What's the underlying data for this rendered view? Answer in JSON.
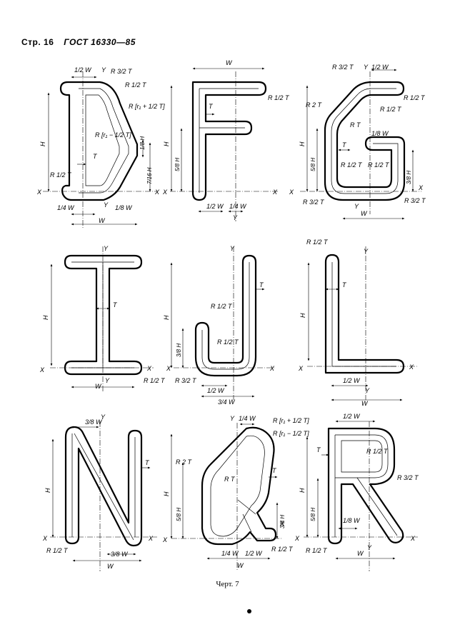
{
  "header": {
    "page": "Стр. 16",
    "standard": "ГОСТ 16330—85"
  },
  "caption": "Черт. 7",
  "letters": {
    "D": {
      "glyph": "D",
      "labels": {
        "w1": "1/2 W",
        "y": "Y",
        "r1": "R 3/2 T",
        "r2": "R 1/2 T",
        "r3": "R [r₁ + 1/2 T]",
        "r4": "R [r₁ − 1/2 T]",
        "h18": "1/8 H",
        "h716": "7/16 H",
        "h": "H",
        "t": "T",
        "r5": "R 1/2 T",
        "x": "X",
        "x2": "X",
        "w14": "1/4 W",
        "w18": "1/8 W",
        "w": "W",
        "y2": "Y"
      }
    },
    "F": {
      "glyph": "F",
      "labels": {
        "w": "W",
        "r": "R 1/2 T",
        "t": "T",
        "h58": "5/8 H",
        "h": "H",
        "x": "X",
        "x2": "X",
        "w12": "1/2 W",
        "w14": "1/4 W",
        "y": "Y"
      }
    },
    "G": {
      "glyph": "G",
      "labels": {
        "r32": "R 3/2 T",
        "y": "Y",
        "w12": "1/2 W",
        "r2t": "R 2 T",
        "rt": "R T",
        "r12a": "R 1/2 T",
        "r12b": "R 1/2 T",
        "w18": "1/8 W",
        "t": "T",
        "h58": "5/8 H",
        "h": "H",
        "r12c": "R 1/2 T",
        "r12d": "R 1/2 T",
        "h38": "3/8 H",
        "x": "X",
        "x2": "X",
        "r32b": "R 3/2 T",
        "r32c": "R 3/2 T",
        "y2": "Y",
        "w": "W"
      }
    },
    "I": {
      "glyph": "I",
      "labels": {
        "y": "Y",
        "t": "T",
        "h": "H",
        "x": "X",
        "x2": "X",
        "w": "W",
        "y2": "Y",
        "r": "R 1/2 T"
      }
    },
    "J": {
      "glyph": "J",
      "labels": {
        "y": "Y",
        "t": "T",
        "h": "H",
        "r12": "R 1/2 T",
        "h38": "3/8 H",
        "r12b": "R 1/2 T",
        "x": "X",
        "x2": "X",
        "r32": "R 3/2 T",
        "w12": "1/2 W",
        "w34": "3/4 W"
      }
    },
    "L": {
      "glyph": "L",
      "labels": {
        "r": "R 1/2 T",
        "y": "Y",
        "t": "T",
        "h": "H",
        "x": "X",
        "x2": "X",
        "w12": "1/2 W",
        "y2": "Y",
        "w": "W"
      }
    },
    "N": {
      "glyph": "N",
      "labels": {
        "w38": "3/8 W",
        "y": "Y",
        "t": "T",
        "h": "H",
        "x": "X",
        "x2": "X",
        "r": "R 1/2 T",
        "w38b": "3/8 W",
        "w": "W"
      }
    },
    "Q": {
      "glyph": "Q",
      "labels": {
        "y": "Y",
        "w14": "1/4 W",
        "r1": "R [r₁ + 1/2 T]",
        "r2": "R [r₁ − 1/2 T]",
        "r2t": "R 2 T",
        "t": "T",
        "rt": "R T",
        "h": "H",
        "h58": "5/8 H",
        "h38": "3/8 H",
        "x": "X",
        "x2": "X",
        "w14b": "1/4 W",
        "w12": "1/2 W",
        "r12": "R 1/2 T",
        "w": "W"
      }
    },
    "R": {
      "glyph": "R",
      "labels": {
        "w12": "1/2 W",
        "t": "T",
        "r12": "R 1/2 T",
        "r32": "R 3/2 T",
        "h": "H",
        "h58": "5/8 H",
        "w18": "1/8 W",
        "x": "X",
        "x2": "X",
        "r12b": "R 1/2 T",
        "w": "W",
        "y": "Y"
      }
    }
  }
}
